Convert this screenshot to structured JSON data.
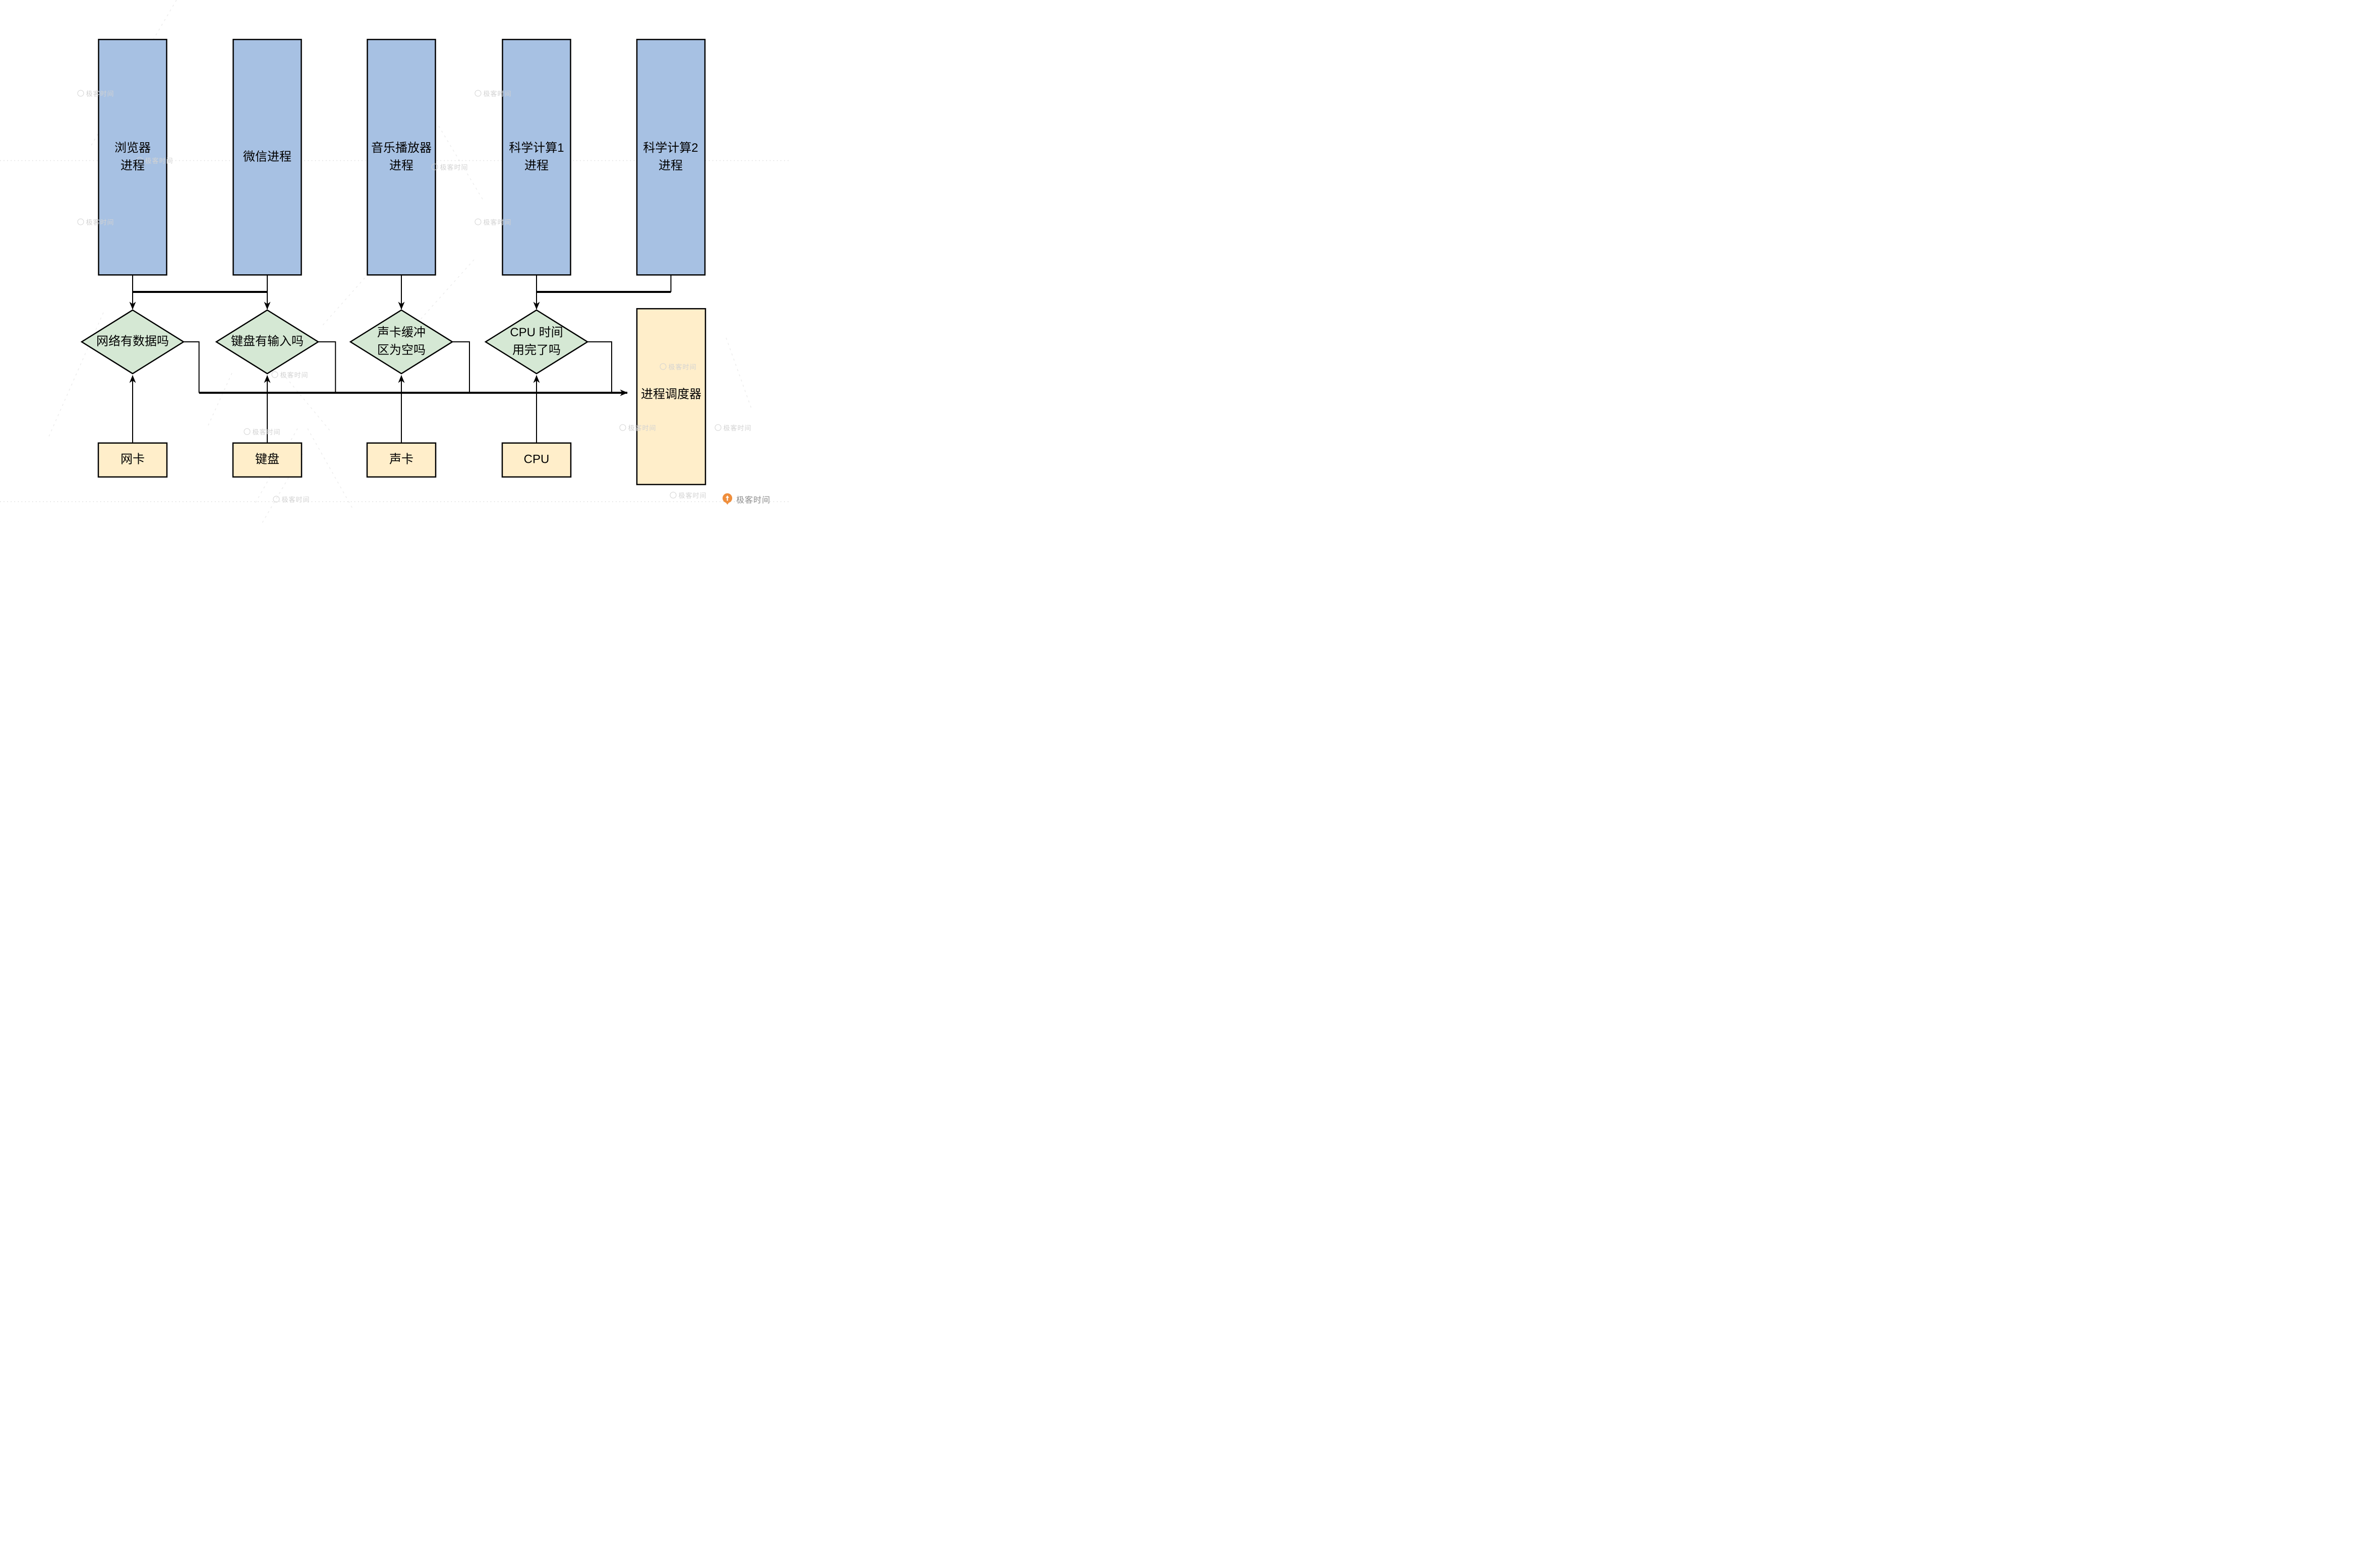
{
  "diagram": {
    "title_hint": "processes polling devices flowchart",
    "process_nodes": [
      {
        "label": "浏览器\n进程"
      },
      {
        "label": "微信进程"
      },
      {
        "label": "音乐播放器\n进程"
      },
      {
        "label": "科学计算1\n进程"
      },
      {
        "label": "科学计算2\n进程"
      }
    ],
    "decision_nodes": [
      {
        "label": "网络有数据吗"
      },
      {
        "label": "键盘有输入吗"
      },
      {
        "label": "声卡缓冲\n区为空吗"
      },
      {
        "label": "CPU 时间\n用完了吗"
      }
    ],
    "device_nodes": [
      {
        "label": "网卡"
      },
      {
        "label": "键盘"
      },
      {
        "label": "声卡"
      },
      {
        "label": "CPU"
      }
    ],
    "scheduler_node": {
      "label": "进程调度器"
    },
    "colors": {
      "process_fill": "#a7c1e3",
      "decision_fill": "#d5e8d4",
      "device_fill": "#ffeeca",
      "stroke": "#000000"
    }
  },
  "watermark": {
    "text": "极客时间"
  },
  "footer_logo": {
    "text": "极客时间",
    "icon_color": "#ef8e3c"
  }
}
